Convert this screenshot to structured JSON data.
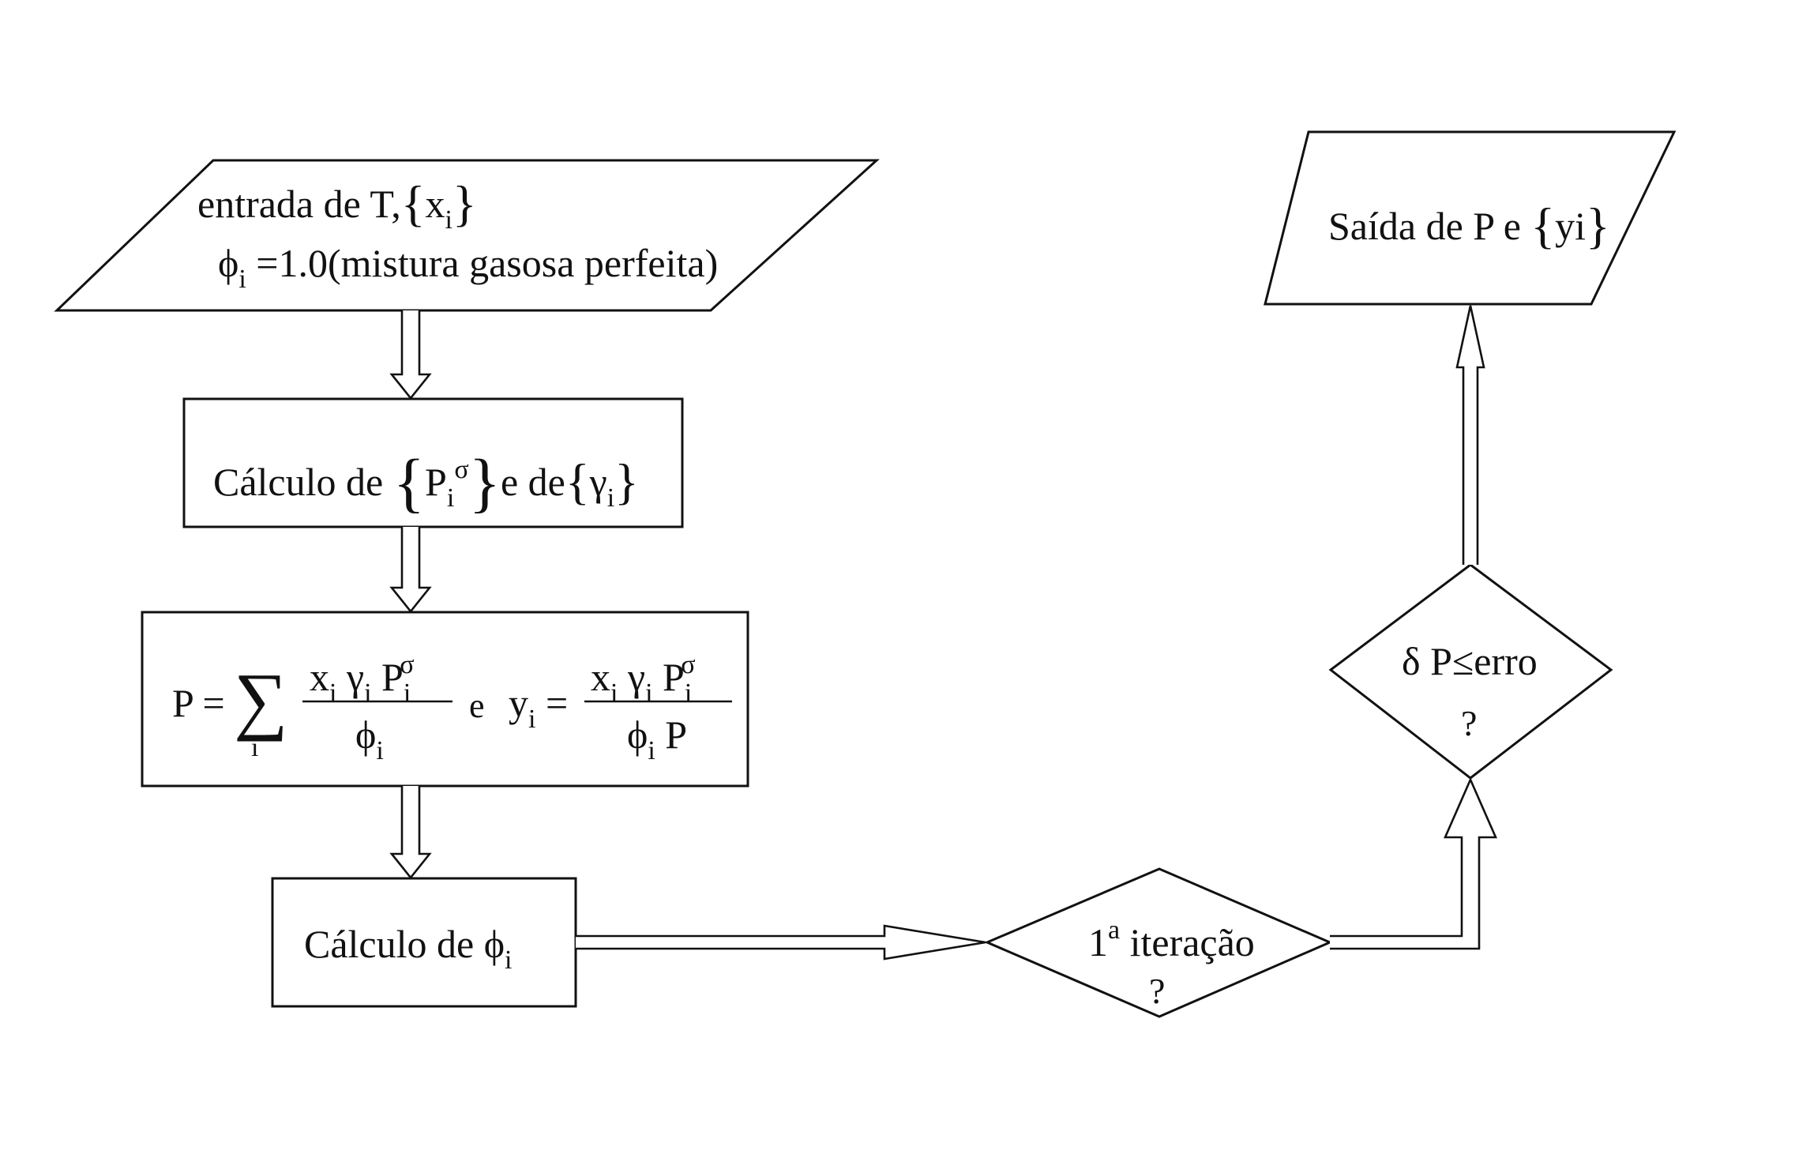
{
  "input": {
    "prefix": "entrada de T,",
    "brace_open": "{",
    "var": "x",
    "sub": "i",
    "brace_close": "}",
    "phi": "ϕ",
    "phi_sub": "i",
    "phi_rest": "=1.0(mistura gasosa perfeita)"
  },
  "calc1": {
    "prefix": "Cálculo de",
    "brace_open": "{",
    "P": "P",
    "P_sub": "i",
    "P_sup": "σ",
    "brace_close": "}",
    "mid": "e de",
    "gamma": "γ",
    "gamma_sub": "i"
  },
  "equation": {
    "lhs": "P =",
    "sum": "∑",
    "sum_sub": "i",
    "num1_x": "x",
    "num1_g": "γ",
    "num1_P": "P",
    "sub": "i",
    "sup": "σ",
    "den1_phi": "ϕ",
    "conj": "e",
    "y": "y",
    "eq": "=",
    "den2_P": "P"
  },
  "calc2": {
    "prefix": "Cálculo de",
    "phi": "ϕ",
    "sub": "i"
  },
  "decision1": {
    "num": "1",
    "sup": "a",
    "text": "iteração",
    "q": "?"
  },
  "decision2": {
    "delta": "δ",
    "text": "P≤erro",
    "q": "?"
  },
  "output": {
    "prefix": "Saída de P e",
    "brace_open": "{",
    "var": "yi",
    "brace_close": "}"
  }
}
